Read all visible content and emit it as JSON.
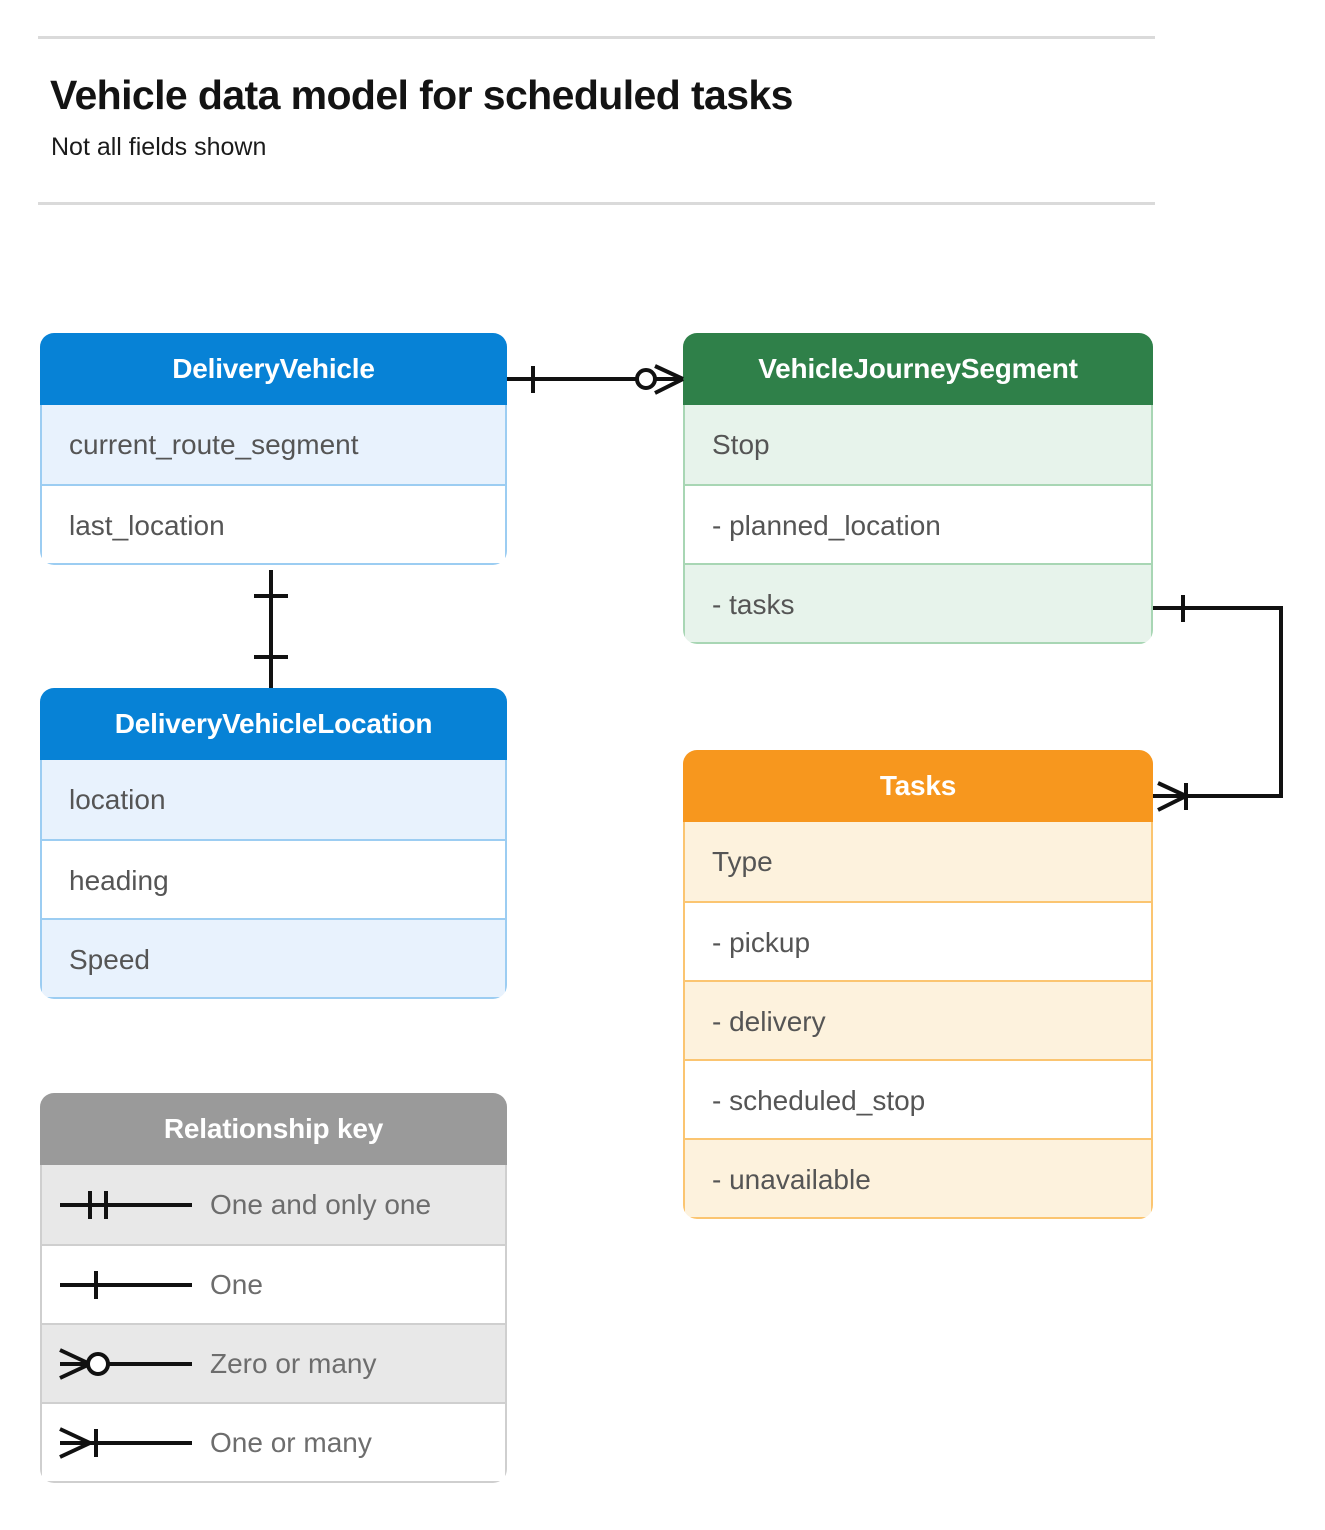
{
  "header": {
    "title": "Vehicle data model for scheduled tasks",
    "subtitle": "Not all fields shown"
  },
  "entities": [
    {
      "id": "delivery-vehicle",
      "name": "DeliveryVehicle",
      "color": "#0782d6",
      "rows": [
        "current_route_segment",
        "last_location"
      ]
    },
    {
      "id": "vehicle-journey-segment",
      "name": "VehicleJourneySegment",
      "color": "#2f8049",
      "rows": [
        "Stop",
        "-  planned_location",
        "- tasks"
      ]
    },
    {
      "id": "delivery-vehicle-location",
      "name": "DeliveryVehicleLocation",
      "color": "#0782d6",
      "rows": [
        "location",
        "heading",
        "Speed"
      ]
    },
    {
      "id": "tasks",
      "name": "Tasks",
      "color": "#f7971e",
      "rows": [
        "Type",
        "-  pickup",
        "-  delivery",
        "-  scheduled_stop",
        "-  unavailable"
      ]
    }
  ],
  "legend": {
    "title": "Relationship key",
    "items": [
      {
        "symbol": "one-and-only-one-icon",
        "label": "One and only one"
      },
      {
        "symbol": "one-icon",
        "label": "One"
      },
      {
        "symbol": "zero-or-many-icon",
        "label": "Zero or many"
      },
      {
        "symbol": "one-or-many-icon",
        "label": "One or many"
      }
    ]
  },
  "relationships": [
    {
      "id": "vehicle-to-segment",
      "from": "DeliveryVehicle",
      "to": "VehicleJourneySegment",
      "from_cardinality": "One",
      "to_cardinality": "Zero or many"
    },
    {
      "id": "vehicle-to-location",
      "from": "DeliveryVehicle",
      "to": "DeliveryVehicleLocation",
      "from_cardinality": "One",
      "to_cardinality": "One"
    },
    {
      "id": "segment-tasks-to-tasks",
      "from": "VehicleJourneySegment.tasks",
      "to": "Tasks",
      "from_cardinality": "One",
      "to_cardinality": "One or many"
    }
  ]
}
